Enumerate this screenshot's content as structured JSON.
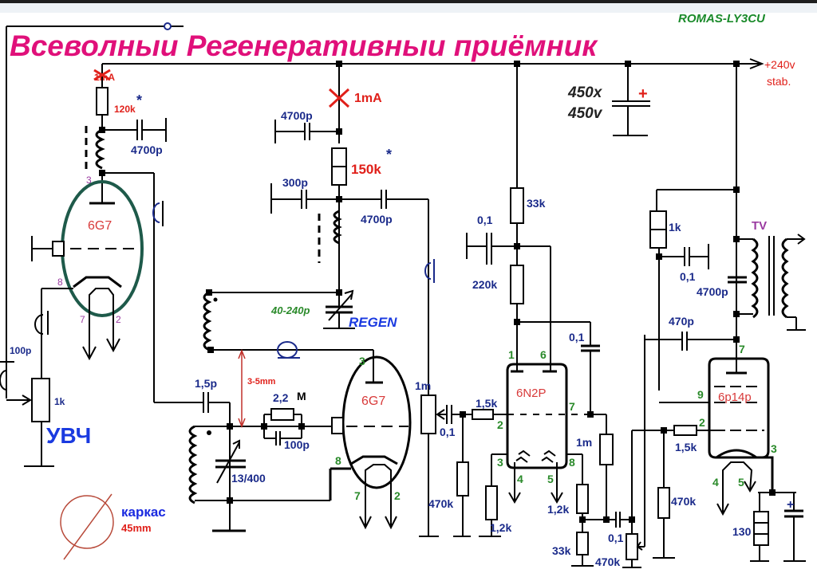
{
  "title": "Всеволныи Регенеративныи приёмник",
  "author": "ROMAS-LY3CU",
  "supply": {
    "label": "+240v",
    "note": "stab."
  },
  "filter_cap": {
    "value_line1": "450x",
    "value_line2": "450v",
    "polarity": "+"
  },
  "tubes": {
    "rf_amp": {
      "name": "6G7",
      "pins": {
        "anode": "3",
        "cathode": "8",
        "heater_a": "7",
        "heater_b": "2"
      }
    },
    "detector": {
      "name": "6G7",
      "pins": {
        "anode": "3",
        "cathode": "8",
        "heater_a": "7",
        "heater_b": "2"
      }
    },
    "preamp": {
      "name": "6N2P",
      "pins": {
        "anode1": "1",
        "anode2": "6",
        "grid1": "2",
        "grid2": "7",
        "cathode1": "3",
        "cathode2": "8",
        "heater_a": "4",
        "heater_b": "5"
      }
    },
    "output": {
      "name": "6p14p",
      "pins": {
        "anode": "7",
        "screen": "9",
        "grid": "2",
        "cathode": "3",
        "heater_a": "4",
        "heater_b": "5"
      }
    }
  },
  "labels": {
    "rf_current": "1mA",
    "rf_anode_res": "120k",
    "star": "*",
    "rf_decoupling": "4700p",
    "rf_input_cap": "100p",
    "rf_gain_pot": "1k",
    "rf_section": "УВЧ",
    "det_current": "1mA",
    "det_decoupling": "4700p",
    "det_anode_res": "150k",
    "det_bypass": "300p",
    "det_coupling": "4700p",
    "regen_cap": "40-240p",
    "regen_label": "REGEN",
    "antenna_coupling": "1,5p",
    "coil_gap": "3-5mm",
    "grid_leak_value": "2,2",
    "grid_leak_unit": "M",
    "grid_cap": "100p",
    "tuning_cap": "13/400",
    "former_name": "каркас",
    "former_size": "45mm",
    "volume_pot": "1m",
    "coupling_1": "0,1",
    "grid_stop_1": "1,5k",
    "grid_res_1": "470k",
    "cathode_res_1": "1,2k",
    "anode_res_1": "33k",
    "decoupling_1": "0,1",
    "anode_res_2": "220k",
    "coupling_2": "0,1",
    "grid_res_2": "1m",
    "cathode_res_2": "1,2k",
    "feedback_res": "33k",
    "coupling_3": "0,1",
    "tone_pot": "470k",
    "grid_res_out": "470k",
    "grid_stop_out": "1,5k",
    "screen_res": "1k",
    "screen_bypass": "0,1",
    "feedback_cap": "470p",
    "anode_cap": "4700p",
    "transformer": "TV",
    "cathode_res_out": "130"
  }
}
